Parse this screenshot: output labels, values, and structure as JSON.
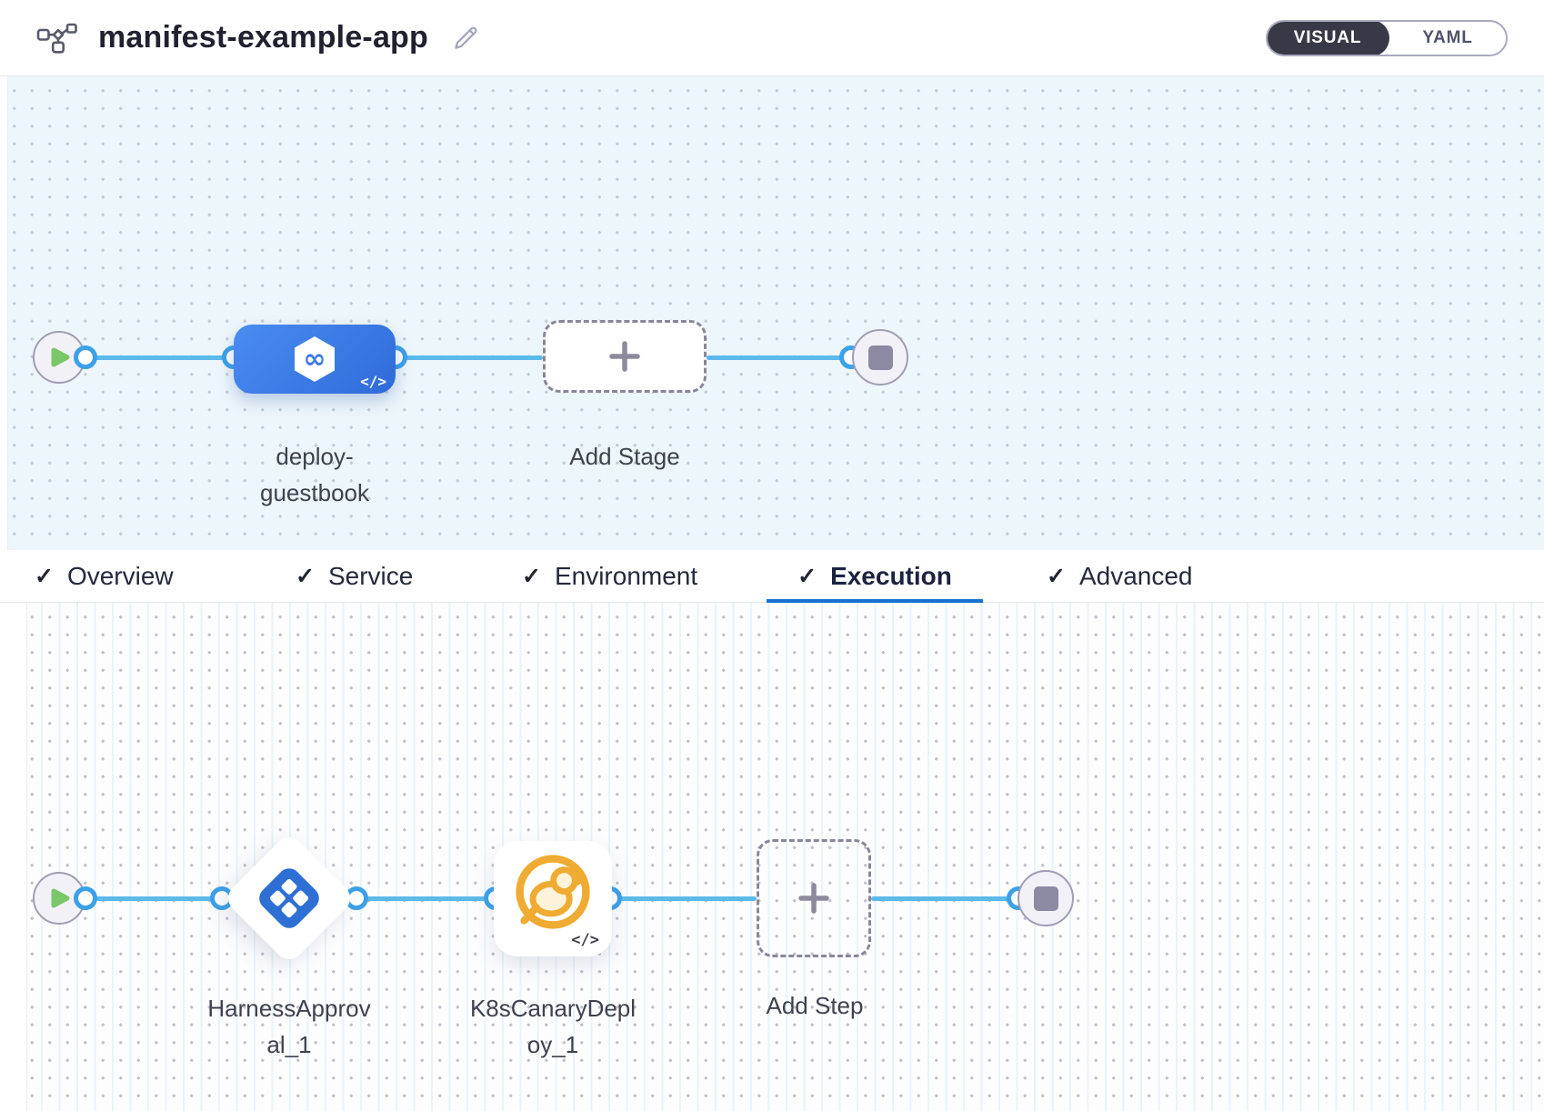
{
  "header": {
    "title": "manifest-example-app",
    "view_toggle": {
      "options": [
        "VISUAL",
        "YAML"
      ],
      "active": "VISUAL"
    }
  },
  "stage_pipeline": {
    "stage": {
      "full_name": "deploy-guestbook",
      "name_lines": [
        "deploy-",
        "guestbook"
      ],
      "code_badge": "</>"
    },
    "add_stage": {
      "label": "Add Stage"
    }
  },
  "tabs": {
    "check_glyph": "✓",
    "active": "Execution",
    "items": [
      {
        "label": "Overview",
        "checked": true
      },
      {
        "label": "Service",
        "checked": true
      },
      {
        "label": "Environment",
        "checked": true
      },
      {
        "label": "Execution",
        "checked": true
      },
      {
        "label": "Advanced",
        "checked": true
      }
    ]
  },
  "execution_pipeline": {
    "steps": [
      {
        "type": "harness-approval",
        "full_name": "HarnessApproval_1",
        "name_lines": [
          "HarnessApprov",
          "al_1"
        ]
      },
      {
        "type": "k8s-canary-deploy",
        "full_name": "K8sCanaryDeploy_1",
        "name_lines": [
          "K8sCanaryDepl",
          "oy_1"
        ],
        "code_badge": "</>"
      }
    ],
    "add_step": {
      "label": "Add Step"
    }
  },
  "colors": {
    "connector": "#5cb9ec",
    "stage_blue": "#3a79e8",
    "approval_blue": "#2e6fd3",
    "canary_orange": "#efab32",
    "active_tab_underline": "#1a70cf",
    "toggle_active_bg": "#383946"
  }
}
